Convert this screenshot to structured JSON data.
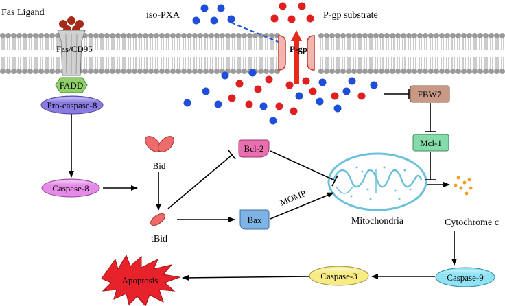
{
  "labels": {
    "fas_ligand": "Fas Ligand",
    "fas_cd95": "Fas/CD95",
    "fadd": "FADD",
    "iso_pxa": "iso-PXA",
    "pgp_substrate": "P-gp substrate",
    "pgp": "P-gp",
    "fbw7": "FBW7",
    "mcl1": "Mcl-1",
    "pro_caspase8": "Pro-caspase-8",
    "caspase8": "Caspase-8",
    "bid": "Bid",
    "tbid": "tBid",
    "bcl2": "Bcl-2",
    "bax": "Bax",
    "momp": "MOMP",
    "mitochondria": "Mitochondria",
    "cytochrome_c": "Cytochrome c",
    "caspase9": "Caspase-9",
    "caspase3": "Caspase-3",
    "apoptosis": "Apoptosis"
  },
  "colors": {
    "membrane": "#9a9a9a",
    "blue_dot": "#1f4fd8",
    "red_dot": "#e02020",
    "ligand": "#a52a1a",
    "receptor": "#c9c9c9",
    "fadd": "#8fd06a",
    "pro_caspase8": "#8a7be0",
    "caspase8": "#e38be6",
    "bid": "#ee6b6b",
    "bcl2": "#e86fb0",
    "bax": "#7fb3e6",
    "fbw7": "#c89a86",
    "mcl1": "#86dca9",
    "mito_edge": "#6cc0dc",
    "cyto_c": "#f3a020",
    "caspase9": "#8fe3f3",
    "caspase3": "#f7eb86",
    "apoptosis": "#e8222b",
    "pgp_arrow": "#e82a1a"
  }
}
